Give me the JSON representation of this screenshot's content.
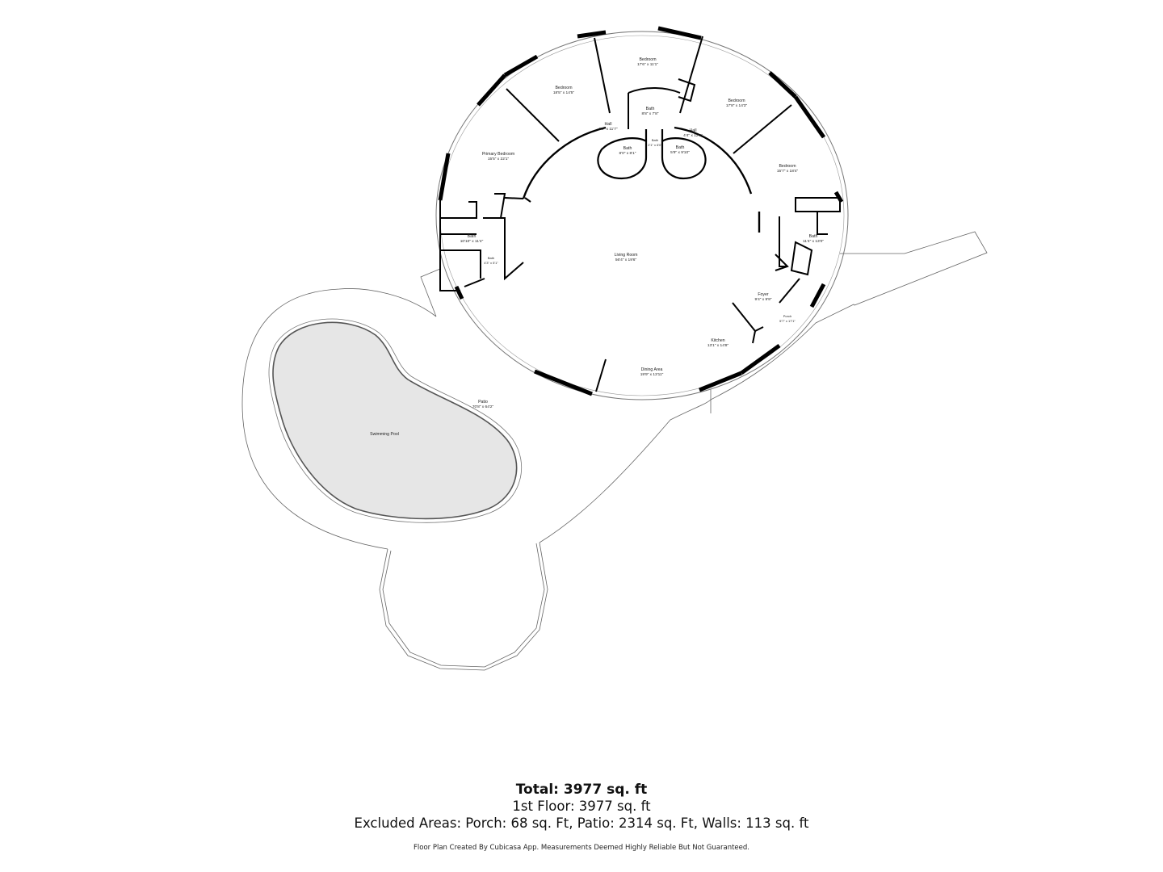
{
  "rooms": [
    {
      "name": "Bedroom",
      "dims": "17'6\" x 11'1\""
    },
    {
      "name": "Bedroom",
      "dims": "18'5\" x 14'5\""
    },
    {
      "name": "Bedroom",
      "dims": "17'8\" x 14'3\""
    },
    {
      "name": "Bedroom",
      "dims": "15'7\" x 18'4\""
    },
    {
      "name": "Primary Bedroom",
      "dims": "15'5\" x 22'1\""
    },
    {
      "name": "Bath",
      "dims": "8'8\" x 7'8\""
    },
    {
      "name": "Hall",
      "dims": "6'0\" x 11'7\""
    },
    {
      "name": "Hall",
      "dims": "4'4\" x 12'6\""
    },
    {
      "name": "Bath",
      "dims": "8'0\" x 8'1\""
    },
    {
      "name": "Bath",
      "dims": "2'1\" x 6'0\""
    },
    {
      "name": "Bath",
      "dims": "5'9\" x 9'10\""
    },
    {
      "name": "Bath",
      "dims": "10'10\" x 11'4\""
    },
    {
      "name": "Bath",
      "dims": "4'3\" x 5'1\""
    },
    {
      "name": "Living Room",
      "dims": "56'4\" x 19'6\""
    },
    {
      "name": "Bath",
      "dims": "11'4\" x 13'0\""
    },
    {
      "name": "Foyer",
      "dims": "9'4\" x 9'9\""
    },
    {
      "name": "Porch",
      "dims": "5'7\" x 17'1\""
    },
    {
      "name": "Kitchen",
      "dims": "13'1\" x 14'8\""
    },
    {
      "name": "Dining Area",
      "dims": "19'9\" x 13'11\""
    },
    {
      "name": "Patio",
      "dims": "70'8\" x 64'2\""
    },
    {
      "name": "Swimming Pool",
      "dims": ""
    }
  ],
  "summary": {
    "total": "Total: 3977 sq. ft",
    "floor1": "1st Floor: 3977 sq. ft",
    "excluded": "Excluded Areas: Porch: 68 sq. Ft, Patio: 2314 sq. Ft, Walls: 113 sq. ft",
    "credit": "Floor Plan Created By Cubicasa App. Measurements Deemed Highly Reliable But Not Guaranteed."
  },
  "colors": {
    "wall": "#000000",
    "outline": "#555555",
    "pool_fill": "#e6e6e6",
    "background": "#ffffff"
  }
}
